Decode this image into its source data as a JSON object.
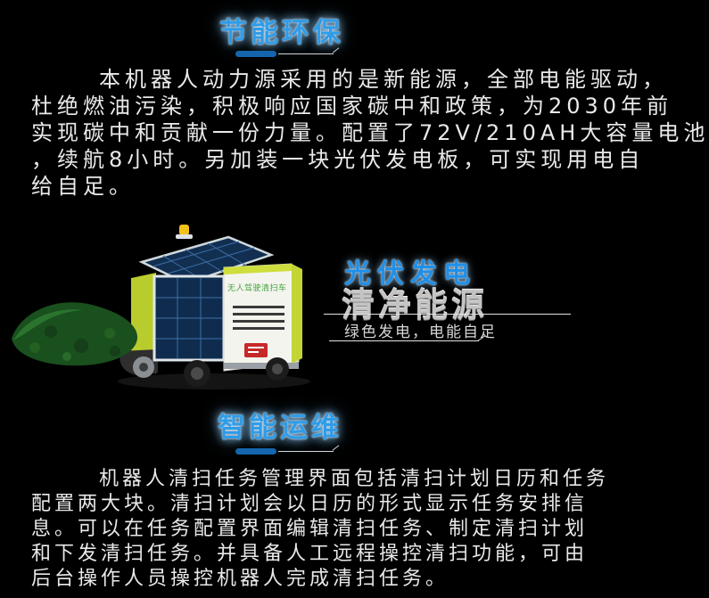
{
  "colors": {
    "background": "#000000",
    "title_blue": "#2f9ce8",
    "underline_blue": "#1465ad",
    "body_text": "#e9e9e9",
    "subheading_silver": "#c4c4c4",
    "robot_lime": "#c3d435",
    "solar_panel_navy": "#122f52",
    "leaf_green": "#1a4f1e"
  },
  "energy_section": {
    "title": "节能环保",
    "paragraph_lines": [
      "本机器人动力源采用的是新能源，全部电能驱动，",
      "杜绝燃油污染，积极响应国家碳中和政策，为2030年前",
      "实现碳中和贡献一份力量。配置了72V/210AH大容量电池",
      "，续航8小时。另加装一块光伏发电板，可实现用电自",
      "给自足。"
    ]
  },
  "solar_section": {
    "heading": "光伏发电",
    "subheading": "清净能源",
    "caption": "绿色发电，电能自足",
    "robot_label": "无人驾驶清扫车"
  },
  "smart_section": {
    "title": "智能运维",
    "paragraph_lines": [
      "机器人清扫任务管理界面包括清扫计划日历和任务",
      "配置两大块。清扫计划会以日历的形式显示任务安排信",
      "息。可以在任务配置界面编辑清扫任务、制定清扫计划",
      "和下发清扫任务。并具备人工远程操控清扫功能，可由",
      "后台操作人员操控机器人完成清扫任务。"
    ]
  }
}
